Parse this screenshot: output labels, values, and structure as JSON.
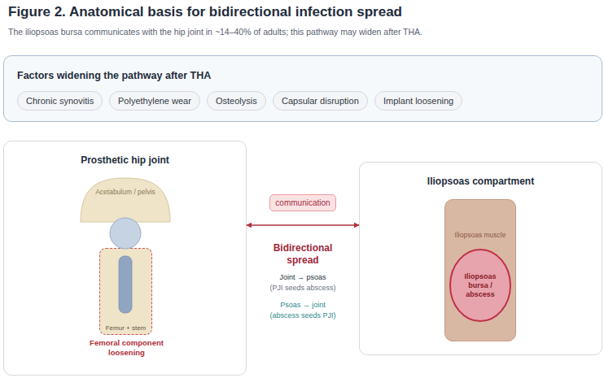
{
  "diagram": {
    "title": "Figure 2. Anatomical basis for bidirectional infection spread",
    "caption": "The iliopsoas bursa communicates with the hip joint in ~14–40% of adults; this pathway may widen after THA.",
    "nodes": [
      {
        "text": [
          "Factors widening the pathway after THA"
        ]
      },
      {
        "text": [
          "Chronic synovitis"
        ],
        "in": 0
      },
      {
        "text": [
          "Polyethylene wear"
        ],
        "in": 0
      },
      {
        "text": [
          "Osteolysis"
        ],
        "in": 0
      },
      {
        "text": [
          "Capsular disruption"
        ],
        "in": 0
      },
      {
        "text": [
          "Implant loosening"
        ],
        "in": 0
      },
      {
        "text": [
          "Prosthetic hip joint"
        ]
      },
      {
        "text": [
          "Acetabulum / pelvis"
        ],
        "in": 6
      },
      {
        "text": [
          "Femur + stem",
          "Femoral component loosening"
        ],
        "in": 6
      },
      {
        "text": [
          "communication"
        ]
      },
      {
        "text": [
          "Iliopsoas compartment"
        ]
      },
      {
        "text": [
          "Iliopsoas muscle"
        ],
        "in": 10
      },
      {
        "text": [
          "Iliopsoas bursa / abscess"
        ],
        "in": 11
      }
    ],
    "edges": [
      {
        "from": 6,
        "to": 10,
        "arrow": "both",
        "label": "Bidirectional spread"
      }
    ],
    "labels": [
      "Joint → psoas",
      "(PJI seeds abscess)",
      "Psoas → joint",
      "(abscess seeds PJI)"
    ]
  }
}
